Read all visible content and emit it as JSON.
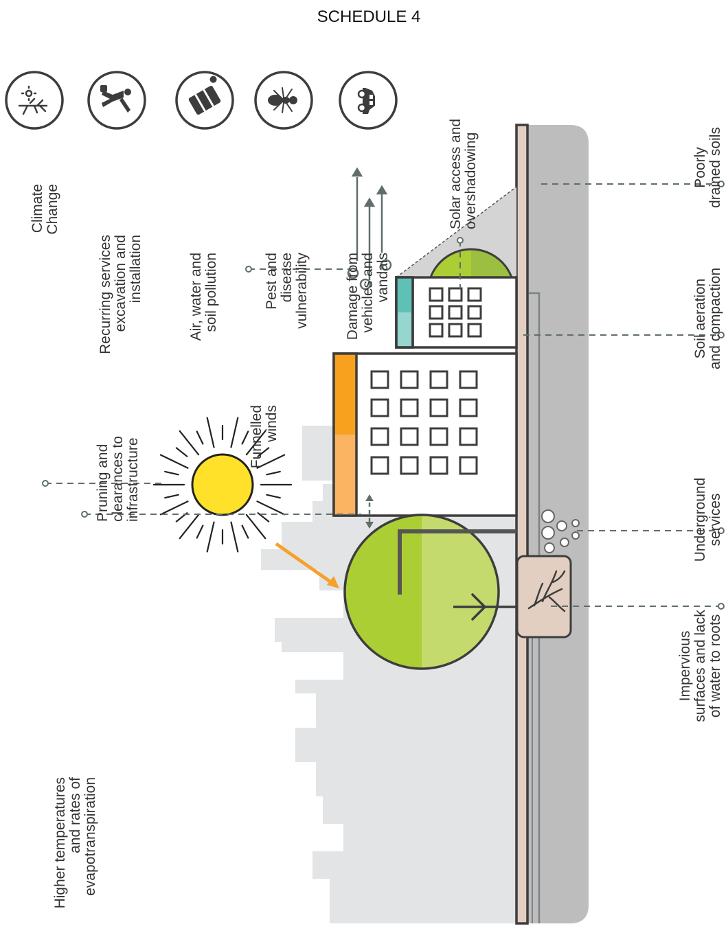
{
  "title": "SCHEDULE 4",
  "icons": [
    {
      "icon": "climate-change-icon",
      "lines": [
        "Climate",
        "Change"
      ]
    },
    {
      "icon": "excavation-worker-icon",
      "lines": [
        "Recurring services",
        "excavation and",
        "installation"
      ]
    },
    {
      "icon": "pollution-barrel-icon",
      "lines": [
        "Air, water and",
        "soil pollution"
      ]
    },
    {
      "icon": "pest-insect-icon",
      "lines": [
        "Pest and",
        "disease",
        "vulnerability"
      ]
    },
    {
      "icon": "vehicle-icon",
      "lines": [
        "Damage from",
        "vehicles and",
        "vandals"
      ]
    }
  ],
  "callouts": {
    "higher_temperatures": [
      "Higher temperatures",
      "and rates of",
      "evapotranspiration"
    ],
    "pruning": [
      "Pruning and",
      "clearances to",
      "infrastructure"
    ],
    "funnelled_winds": [
      "Funnelled",
      "winds"
    ],
    "solar_access": [
      "Solar access and",
      "overshadowing"
    ],
    "poorly_drained": [
      "Poorly",
      "drained soils"
    ],
    "soil_aeration": [
      "Soil aeration",
      "and compaction"
    ],
    "underground_services": [
      "Underground",
      "services"
    ],
    "impervious_surfaces": [
      "Impervious",
      "surfaces and lack",
      "of water to roots"
    ]
  },
  "colors": {
    "sun": "#ffe12a",
    "sun_arrow": "#f5a12c",
    "tree_light": "#c5da6c",
    "tree_dark": "#acce35",
    "small_tree_light": "#8fb24b",
    "small_tree_dark": "#acce35",
    "soil": "#bdbdbe",
    "skyline": "#e3e4e5",
    "pavement": "#e2cfc1",
    "tree_pit": "#e2cfc1",
    "building_teal": "#5fc1b6",
    "building_teal_light": "#95d6cf",
    "building_orange": "#f7a11f",
    "building_orange_light": "#fbb462"
  }
}
